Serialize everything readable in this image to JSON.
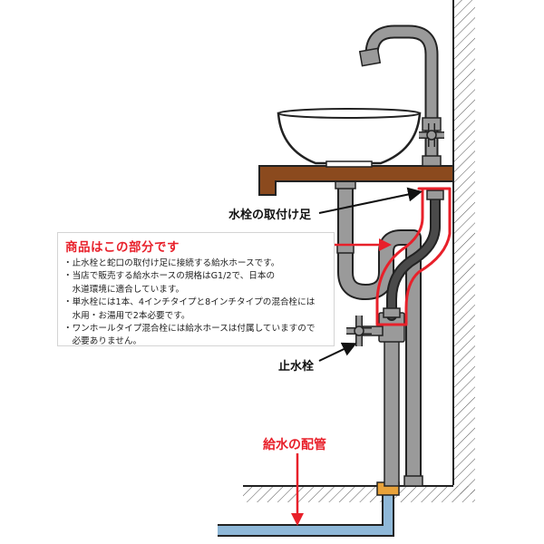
{
  "labels": {
    "mount_leg": "水栓の取付け足",
    "stop_valve": "止水栓",
    "supply_pipe": "給水の配管"
  },
  "note": {
    "title": "商品はこの部分です",
    "items": [
      "・止水栓と蛇口の取付け足に接続する給水ホースです。",
      "・当店で販売する給水ホースの規格はG1/2で、日本の",
      "　水道環境に適合しています。",
      "・単水栓には1本、4インチタイプと8インチタイプの混合栓には",
      "　水用・お湯用で2本必要です。",
      "・ワンホールタイプ混合栓には給水ホースは付属していますので",
      "　必要ありません。"
    ]
  },
  "colors": {
    "highlight": "#e8202a",
    "pipe": "#9a9a9a",
    "hose": "#4a4a4a",
    "counter": "#8b4a1e",
    "water_pipe": "#8fb8d8",
    "brass": "#e8a23a"
  }
}
